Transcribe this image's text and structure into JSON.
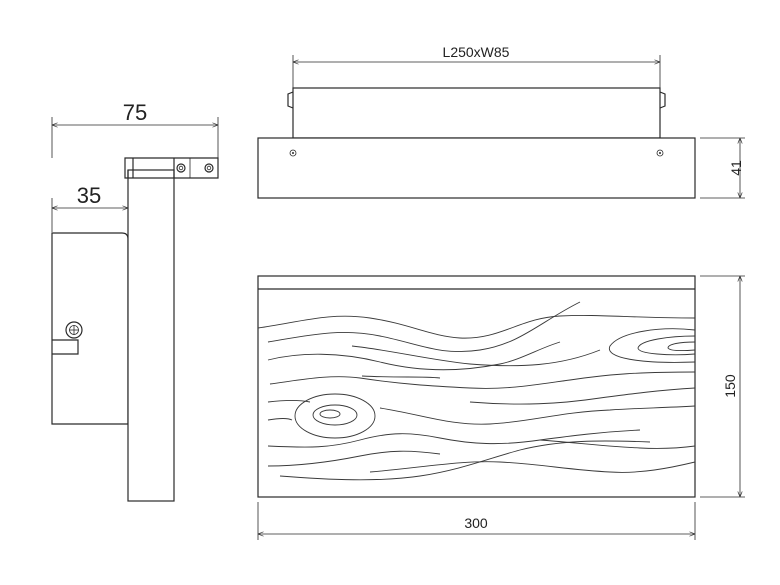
{
  "dimensions": {
    "side_depth_total": "75",
    "side_depth_body": "35",
    "top_mount_plate": "L250xW85",
    "top_height": "41",
    "front_height": "150",
    "front_width": "300"
  }
}
